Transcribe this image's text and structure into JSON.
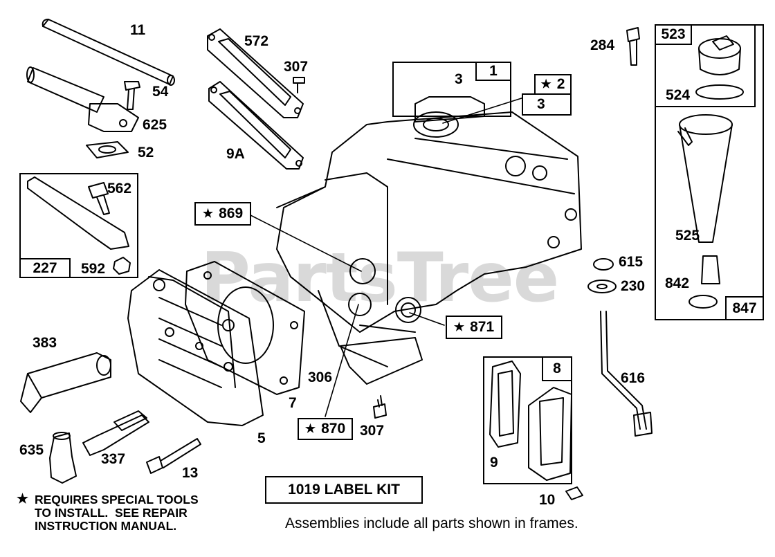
{
  "watermark": "PartsTree",
  "labels": {
    "p11": "11",
    "p54": "54",
    "p625": "625",
    "p52": "52",
    "p572": "572",
    "p307_top": "307",
    "p9A": "9A",
    "p3_seal": "3",
    "p284": "284",
    "p524": "524",
    "p525": "525",
    "p842": "842",
    "p615": "615",
    "p230": "230",
    "p616": "616",
    "p562": "562",
    "p592": "592",
    "p383": "383",
    "p306": "306",
    "p7": "7",
    "p5": "5",
    "p307_bottom": "307",
    "p635": "635",
    "p337": "337",
    "p13": "13",
    "p9": "9",
    "p10": "10"
  },
  "boxes": {
    "b1": "1",
    "b2": "2",
    "b3": "3",
    "b523": "523",
    "b847": "847",
    "b227": "227",
    "b869": "869",
    "b871": "871",
    "b870": "870",
    "b8": "8"
  },
  "star": "★",
  "label_kit": "1019 LABEL KIT",
  "note": {
    "star": "★",
    "text": "REQUIRES SPECIAL TOOLS\nTO INSTALL.  SEE REPAIR\nINSTRUCTION MANUAL."
  },
  "assemblies_note": "Assemblies include all parts shown in frames."
}
